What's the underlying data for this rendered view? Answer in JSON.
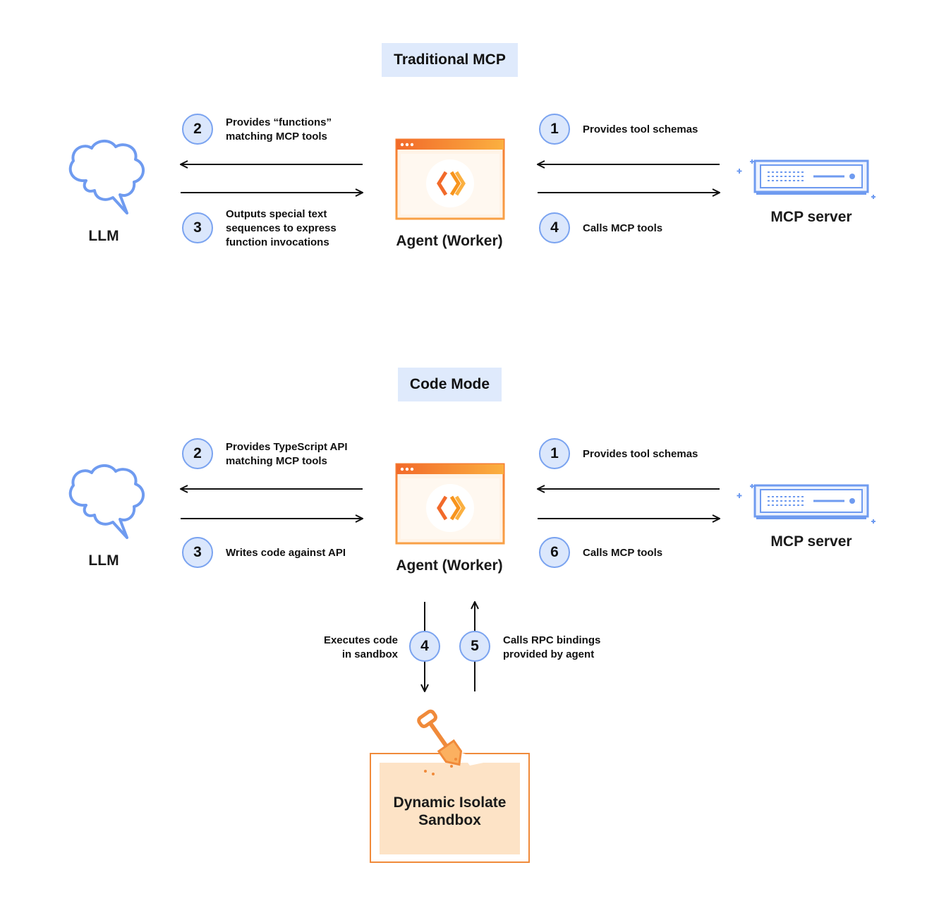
{
  "traditional": {
    "title": "Traditional MCP",
    "llm_label": "LLM",
    "agent_label": "Agent (Worker)",
    "server_label": "MCP server",
    "steps": [
      {
        "num": "2",
        "text": "Provides “functions”\nmatching MCP tools"
      },
      {
        "num": "3",
        "text": "Outputs special text\nsequences to express\nfunction invocations"
      },
      {
        "num": "1",
        "text": "Provides tool schemas"
      },
      {
        "num": "4",
        "text": "Calls MCP tools"
      }
    ]
  },
  "codemode": {
    "title": "Code Mode",
    "llm_label": "LLM",
    "agent_label": "Agent (Worker)",
    "server_label": "MCP server",
    "steps": [
      {
        "num": "2",
        "text": "Provides TypeScript API\nmatching MCP tools"
      },
      {
        "num": "3",
        "text": "Writes code against API"
      },
      {
        "num": "1",
        "text": "Provides tool schemas"
      },
      {
        "num": "6",
        "text": "Calls MCP tools"
      },
      {
        "num": "4",
        "text": "Executes code\nin sandbox"
      },
      {
        "num": "5",
        "text": "Calls RPC bindings\nprovided by agent"
      }
    ],
    "sandbox_label": "Dynamic Isolate\nSandbox"
  },
  "colors": {
    "accent_blue": "#6f9bf0",
    "badge_fill": "#dbe7fc",
    "title_bg": "#dfeafc",
    "orange": "#f08a3a",
    "sandbox_fill": "#fde3c6"
  },
  "icons": [
    "brain-icon",
    "agent-window-icon",
    "server-icon",
    "shovel-icon"
  ]
}
